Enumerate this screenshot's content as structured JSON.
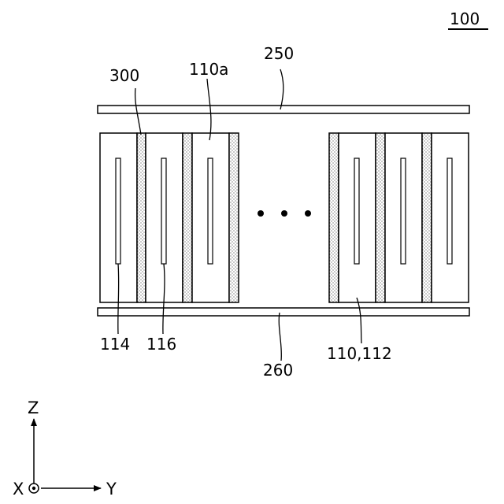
{
  "figure": {
    "number": "100"
  },
  "labels": {
    "top_plate": "250",
    "bottom_plate": "260",
    "separator": "300",
    "cell_top": "110a",
    "cell_bottom": "110,112",
    "left_cell_slot": "114",
    "middle_cell_slot": "116"
  },
  "axes": {
    "z": "Z",
    "x": "X",
    "y": "Y"
  },
  "colors": {
    "line": "#000000",
    "separator_fill": "#dcdcdc"
  }
}
